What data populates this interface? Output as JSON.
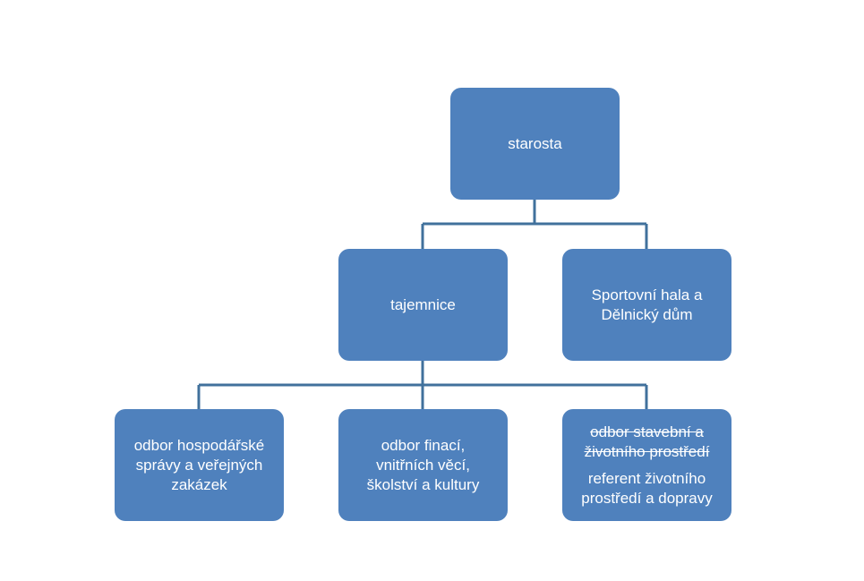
{
  "nodes": {
    "root": {
      "label": "starosta"
    },
    "secretary": {
      "label": "tajemnice"
    },
    "sports_hall": {
      "label": "Sportovní hala a Dělnický dům"
    },
    "economic_dept": {
      "label": "odbor hospodářské správy a veřejných zakázek"
    },
    "finance_dept": {
      "label": "odbor finací, vnitřních věcí, školství a kultury"
    },
    "environment": {
      "label_struck": "odbor stavební a životního prostředí",
      "label": "referent životního prostředí a dopravy"
    }
  },
  "colors": {
    "box": "#4F81BD",
    "connector": "#41719C"
  }
}
